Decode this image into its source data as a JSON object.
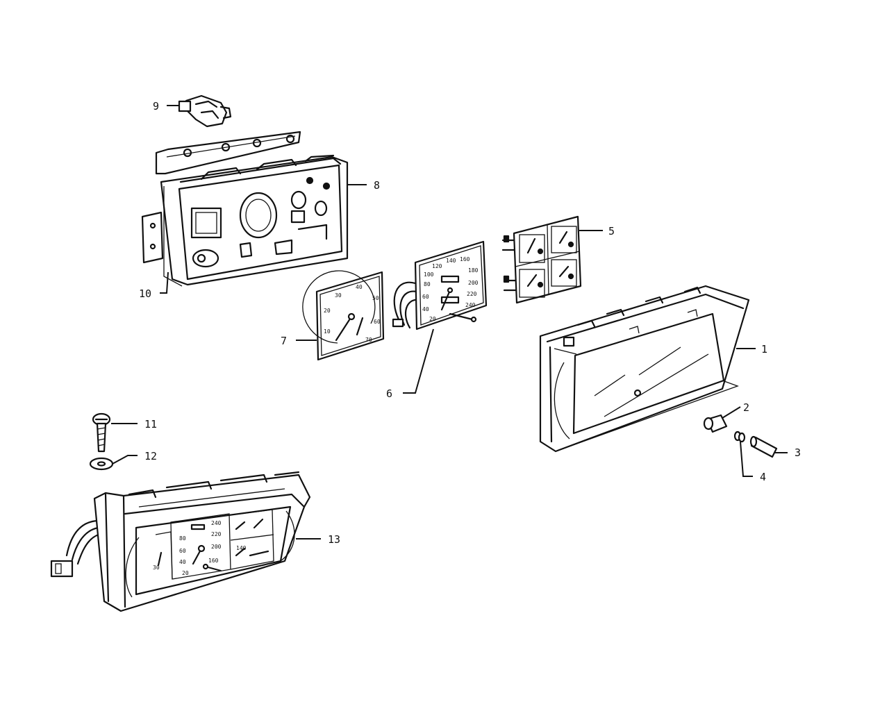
{
  "callouts": [
    {
      "id": "1",
      "label": "1"
    },
    {
      "id": "2",
      "label": "2"
    },
    {
      "id": "3",
      "label": "3"
    },
    {
      "id": "4",
      "label": "4"
    },
    {
      "id": "5",
      "label": "5"
    },
    {
      "id": "6",
      "label": "6"
    },
    {
      "id": "7",
      "label": "7"
    },
    {
      "id": "8",
      "label": "8"
    },
    {
      "id": "9",
      "label": "9"
    },
    {
      "id": "10",
      "label": "10"
    },
    {
      "id": "11",
      "label": "11"
    },
    {
      "id": "12",
      "label": "12"
    },
    {
      "id": "13",
      "label": "13"
    }
  ],
  "dial_text": {
    "tach": [
      "10",
      "20",
      "30",
      "40",
      "50",
      "60",
      "70"
    ],
    "speedo": [
      "20",
      "40",
      "60",
      "80",
      "100",
      "120",
      "140",
      "160",
      "180",
      "200",
      "220",
      "240"
    ],
    "cluster": [
      "80",
      "60",
      "40",
      "20",
      "240",
      "220",
      "200",
      "160",
      "140",
      "30"
    ]
  }
}
